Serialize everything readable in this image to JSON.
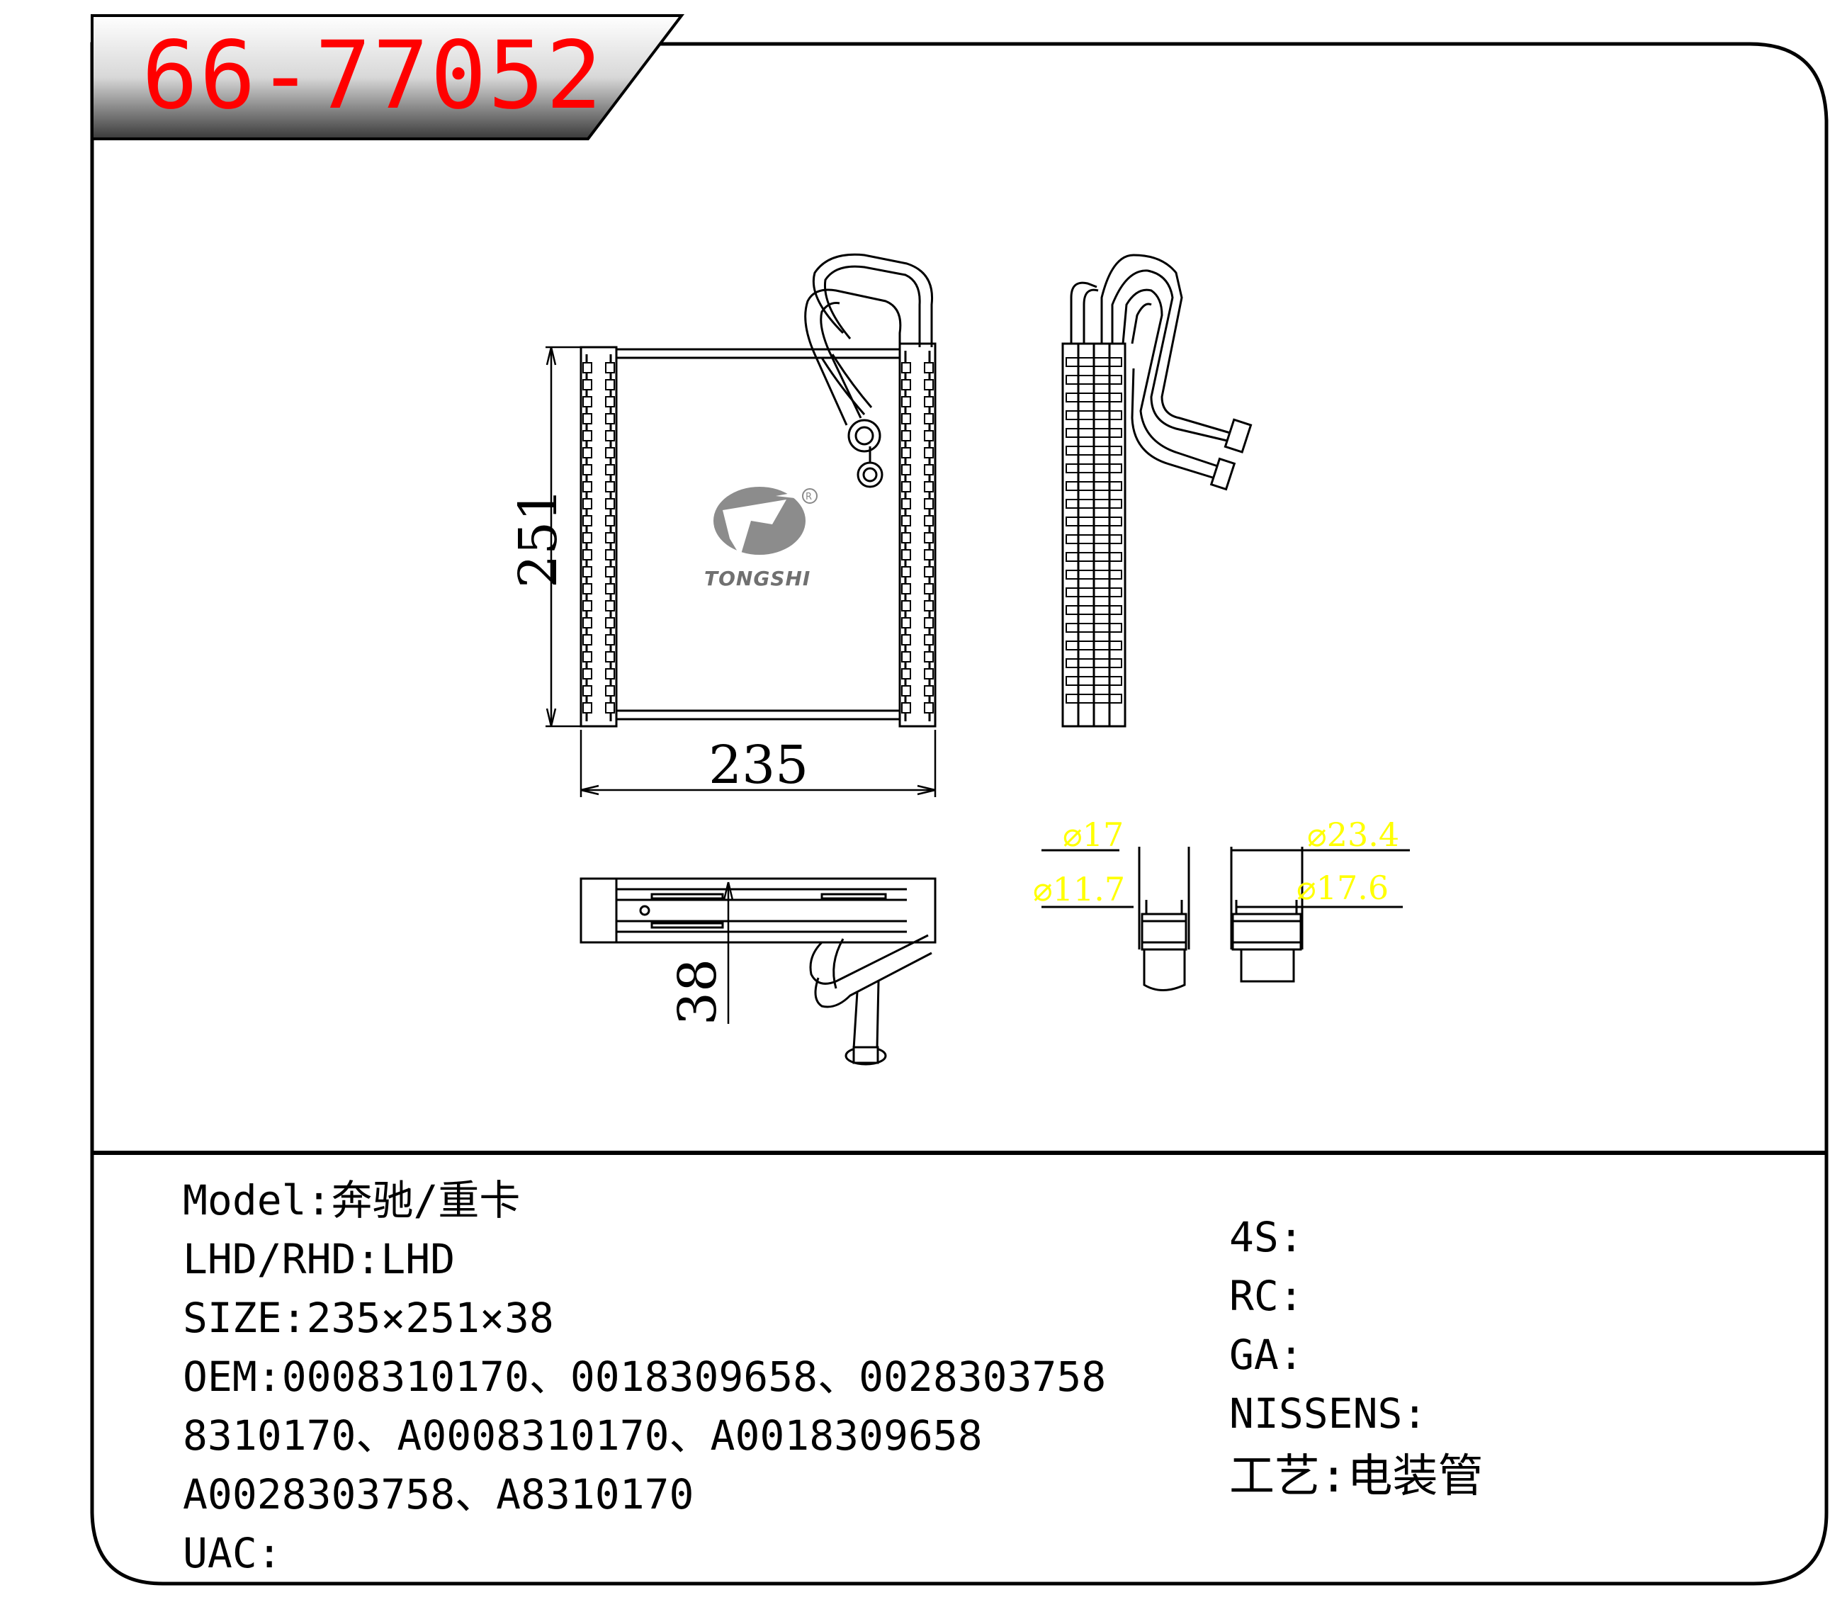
{
  "title": "66-77052",
  "brand": {
    "name": "TONGSHI"
  },
  "dimensions": {
    "width": "235",
    "height": "251",
    "depth": "38",
    "d17": "⌀17",
    "d11_7": "⌀11.7",
    "d23_4": "⌀23.4",
    "d17_6": "⌀17.6"
  },
  "info_left": [
    {
      "key": "Model:",
      "value": "奔驰/重卡"
    },
    {
      "key": "LHD/RHD:",
      "value": "LHD"
    },
    {
      "key": "SIZE:",
      "value": "235×251×38"
    },
    {
      "key": "OEM:",
      "value": "0008310170、0018309658、0028303758"
    },
    {
      "key": "",
      "value": "8310170、A0008310170、A0018309658"
    },
    {
      "key": "",
      "value": "A0028303758、A8310170"
    },
    {
      "key": "UAC:",
      "value": ""
    }
  ],
  "info_right": [
    {
      "key": "4S:",
      "value": ""
    },
    {
      "key": "RC:",
      "value": ""
    },
    {
      "key": "GA:",
      "value": ""
    },
    {
      "key": "NISSENS:",
      "value": ""
    },
    {
      "key": "工艺:",
      "value": "电装管"
    }
  ],
  "colors": {
    "title": "#ff0000",
    "diameter_labels": "#ffff00",
    "line": "#000000"
  }
}
